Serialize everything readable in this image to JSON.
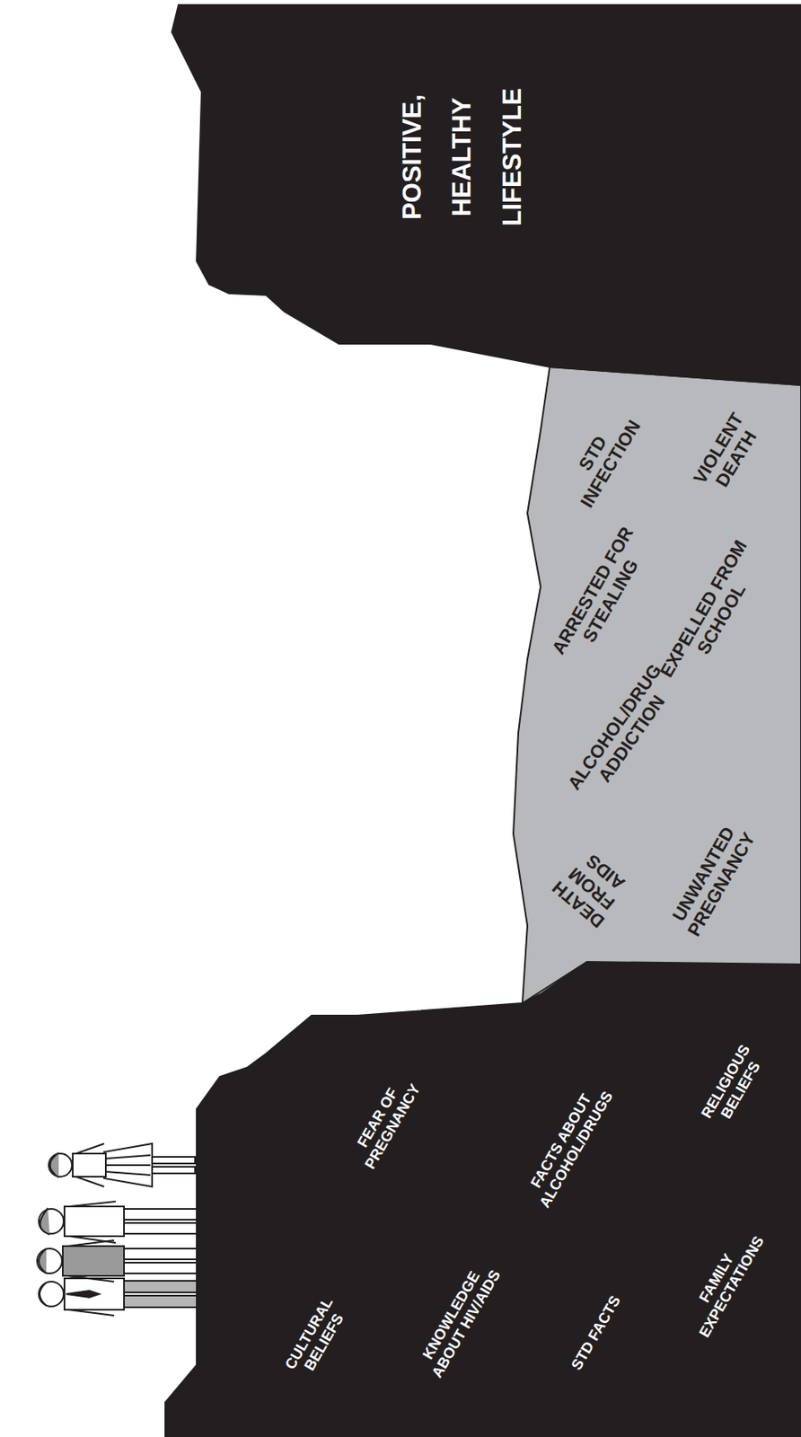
{
  "diagram": {
    "nodes": [
      {
        "text": [
          "CULTURAL BELIEFS",
          "KNOWLEDGE ABOUT HIV/AIDS",
          "STD FACTS",
          "FAMILY EXPECTATIONS",
          "FEAR OF PREGNANCY",
          "FACTS ABOUT ALCOHOL/DRUGS",
          "RELIGIOUS BELIEFS"
        ]
      },
      {
        "text": [
          "DEATH FROM AIDS",
          "UNWANTED PREGNANCY",
          "ALCOHOL/DRUG ADDICTION",
          "ARRESTED FOR STEALING",
          "EXPELLED FROM SCHOOL",
          "STD INFECTION",
          "VIOLENT DEATH"
        ]
      },
      {
        "text": [
          "POSITIVE, HEALTHY LIFESTYLE"
        ]
      }
    ]
  }
}
